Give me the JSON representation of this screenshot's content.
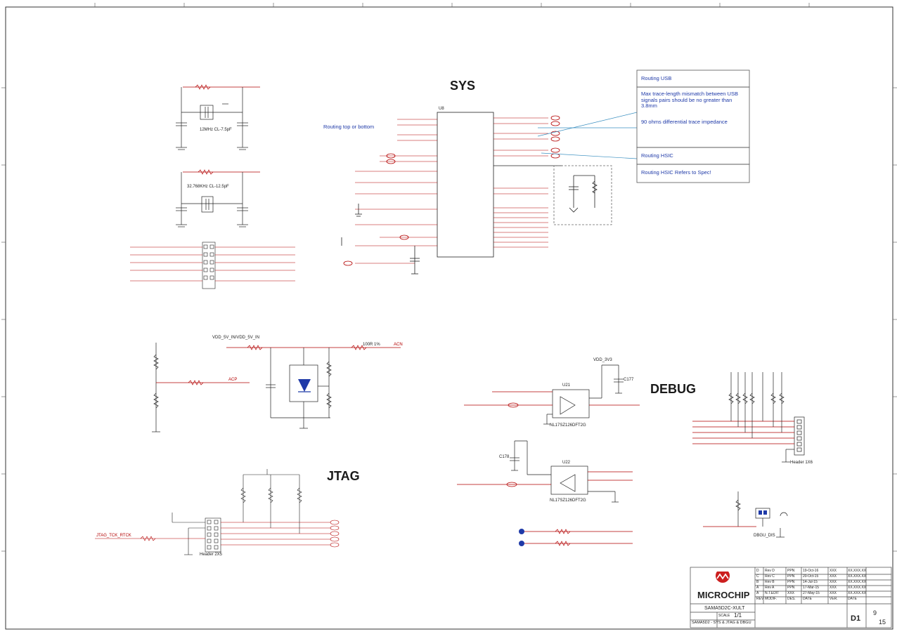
{
  "sections": {
    "sys": "SYS",
    "debug": "DEBUG",
    "jtag": "JTAG"
  },
  "notes": {
    "routing_usb_title": "Routing USB",
    "routing_usb_body": "Max trace-length mismatch between USB signals pairs should be no greater than 3.8mm",
    "routing_usb_imp": "90 ohms differential trace impedance",
    "routing_hsic_title": "Routing HSIC",
    "routing_hsic_body": "Routing HSIC Refers to Spec!",
    "routing_top_bottom": "Routing top or bottom"
  },
  "labels": {
    "u_sys_ref": "U8",
    "crystal_y1": "32.768KHz CL-12.5pF",
    "crystal_y4": "12MHz CL-7.5pF",
    "header_j2": "Header 2X5",
    "header_j1": "Header 1X6",
    "u21": "U21",
    "u22": "U22",
    "u21_part": "NL17SZ126DFT2G",
    "u22_part": "NL17SZ126DFT2G",
    "debug_dis": "DBGU_DIS",
    "vdd_3v3": "VDD_3V3",
    "vdd_5v": "VDD_5V_IN/VDD_5V_IN",
    "c177": "C177",
    "c178": "C178",
    "r148": "100R 1%",
    "acn": "ACN",
    "acp": "ACP",
    "jtag_tck_pin": "JTAG_TCK_RTCK"
  },
  "title_block": {
    "company": "MICROCHIP",
    "board": "SAMA5D2C-XULT",
    "sheet_title": "SAMA5D2 - SYS & JTAG & DBGU",
    "scale_label": "SCALE",
    "scale": "1/1",
    "size": "D1",
    "page": "9",
    "pages": "15",
    "rev_rows": [
      [
        "D",
        "Rev D",
        "PPN",
        "19-Oct-16",
        "XXX",
        "XX.XXX.XX"
      ],
      [
        "C",
        "Rev C",
        "PPN",
        "20-Oct-15",
        "XXX",
        "XX.XXX.XX"
      ],
      [
        "B",
        "Rev B",
        "PPN",
        "14-Jul-15",
        "XXX",
        "XX.XXX.XX"
      ],
      [
        "A",
        "Rev A",
        "PPN",
        "17-Mar-15",
        "XXX",
        "XX.XXX.XX"
      ],
      [
        "A",
        "N.T.EDIT",
        "XXX",
        "27-May-15",
        "XXX",
        "XX.XXX.XX"
      ],
      [
        "REV",
        "MODIF.",
        "DES.",
        "DATE",
        "VER.",
        "DATE"
      ]
    ]
  }
}
